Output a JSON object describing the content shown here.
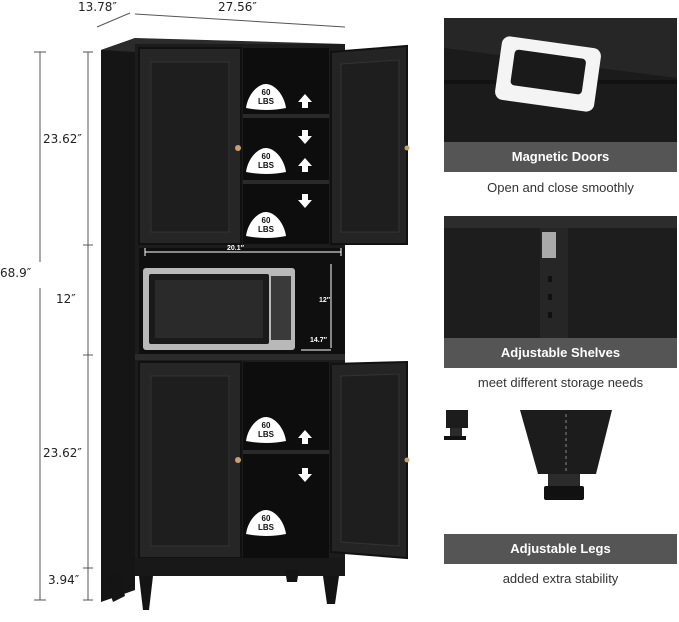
{
  "dimensions": {
    "depth": "13.78″",
    "width": "27.56″",
    "total_height": "68.9″",
    "upper_height": "23.62″",
    "middle_height": "12″",
    "lower_height": "23.62″",
    "leg_height": "3.94″"
  },
  "microwave_space": {
    "width": "20.1″",
    "height": "12″",
    "depth": "14.7″"
  },
  "shelf_load": {
    "value": "60",
    "unit": "LBS"
  },
  "features": [
    {
      "title": "Magnetic Doors",
      "caption": "Open and close smoothly"
    },
    {
      "title": "Adjustable Shelves",
      "caption": "meet different storage needs"
    },
    {
      "title": "Adjustable Legs",
      "caption": "added extra stability"
    }
  ],
  "colors": {
    "cabinet": "#1c1c1c",
    "panel": "#2a2a2a",
    "feature_bar": "#555555",
    "handle": "#c9a26a"
  }
}
